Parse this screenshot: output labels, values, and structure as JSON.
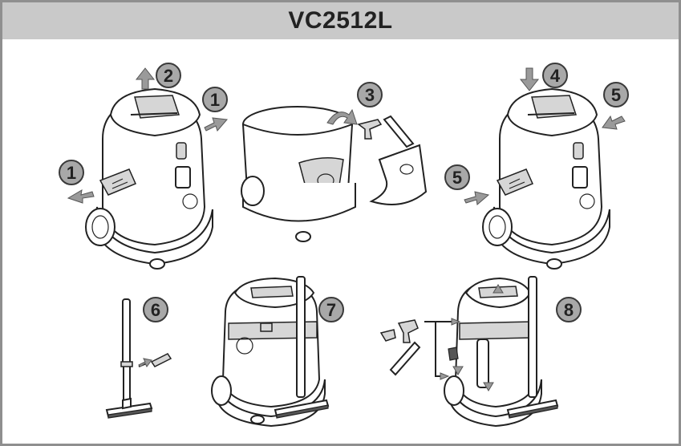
{
  "title": "VC2512L",
  "steps": {
    "s1a": "1",
    "s1b": "1",
    "s2": "2",
    "s3": "3",
    "s4": "4",
    "s5a": "5",
    "s5b": "5",
    "s6": "6",
    "s7": "7",
    "s8": "8"
  },
  "colors": {
    "header_bg": "#c9c9c9",
    "border": "#8f8f8f",
    "badge": "#a8a8a8",
    "arrow": "#9a9a9a"
  }
}
